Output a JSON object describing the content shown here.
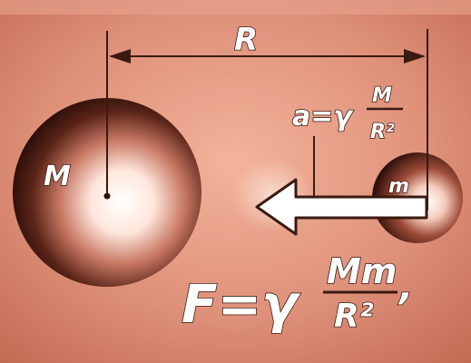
{
  "labels": {
    "distance": "R",
    "big_mass": "M",
    "small_mass": "m"
  },
  "acceleration_formula": {
    "lhs": "a=γ",
    "numerator": "M",
    "denominator": "R²"
  },
  "force_formula": {
    "lhs": "F=γ",
    "numerator": "Mm",
    "denominator": "R²",
    "trailing": ","
  },
  "colors": {
    "background": "#d98a6e",
    "ink": "#3a1a10",
    "text_fill": "#ffffff",
    "arrow_fill": "#ffffff"
  }
}
